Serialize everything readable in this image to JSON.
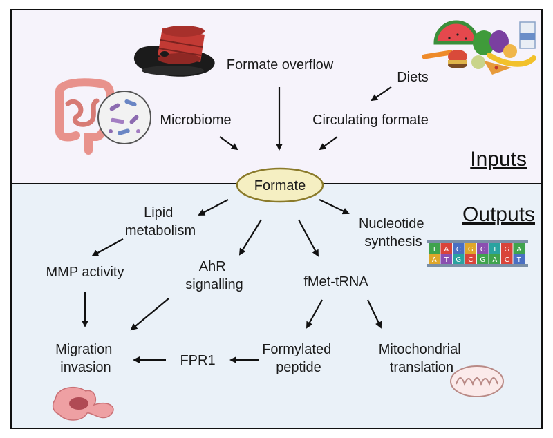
{
  "inputs": {
    "header": "Inputs",
    "formate_overflow": "Formate overflow",
    "diets": "Diets",
    "microbiome": "Microbiome",
    "circulating_formate": "Circulating formate"
  },
  "center": {
    "label": "Formate"
  },
  "outputs": {
    "header": "Outputs",
    "lipid": [
      "Lipid",
      "metabolism"
    ],
    "nucleotide": [
      "Nucleotide",
      "synthesis"
    ],
    "mmp": "MMP activity",
    "ahr": [
      "AhR",
      "signalling"
    ],
    "fmet": "fMet-tRNA",
    "migration": [
      "Migration",
      "invasion"
    ],
    "fpr1": "FPR1",
    "formylated": [
      "Formylated",
      "peptide"
    ],
    "mito": [
      "Mitochondrial",
      "translation"
    ]
  },
  "dna": {
    "top_letters": [
      "T",
      "A",
      "C",
      "G",
      "C",
      "T",
      "G",
      "A"
    ],
    "bottom_letters": [
      "A",
      "T",
      "G",
      "C",
      "G",
      "A",
      "C",
      "T"
    ]
  },
  "colors": {
    "inputs_bg": "#f6f3fb",
    "outputs_bg": "#eaf1f8",
    "ellipse_fill": "#f5efc2",
    "ellipse_stroke": "#8a7a2a"
  }
}
